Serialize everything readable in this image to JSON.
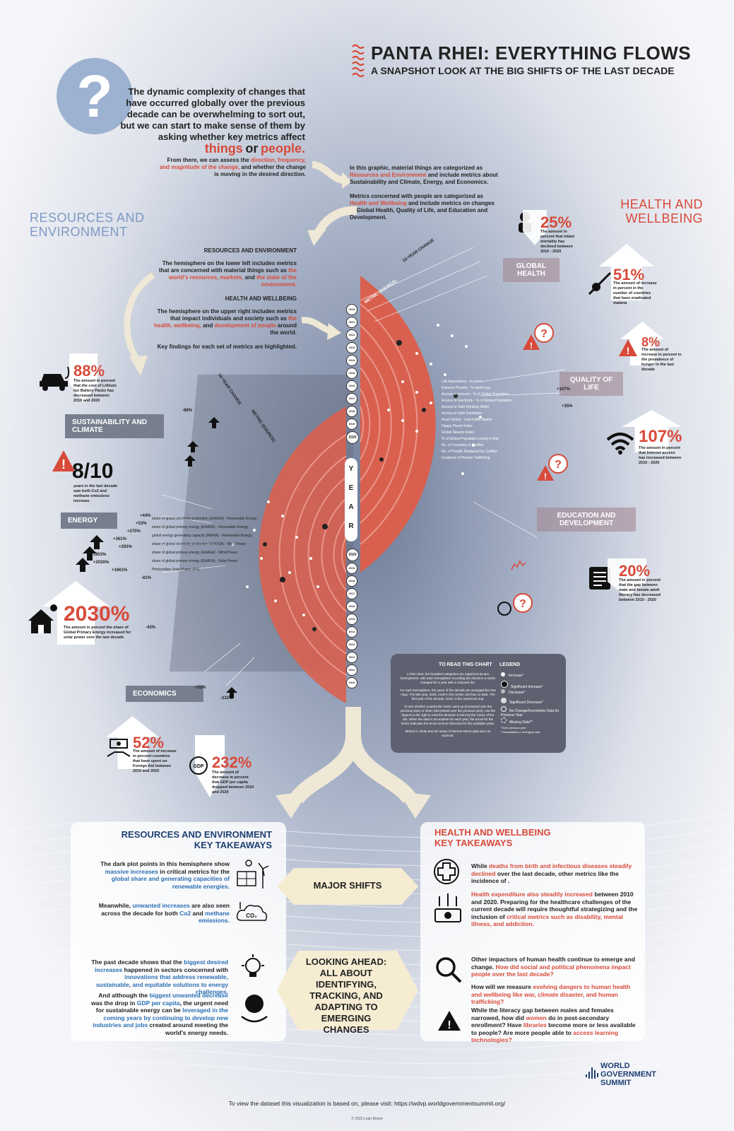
{
  "header": {
    "title": "PANTA RHEI: EVERYTHING FLOWS",
    "subtitle": "A SNAPSHOT LOOK AT THE BIG SHIFTS OF THE LAST DECADE"
  },
  "intro": {
    "question_mark": "?",
    "lead": "The dynamic complexity of changes that have occurred globally over the previous decade can be overwhelming to sort out, but we can start to make sense of them by asking whether key metrics affect",
    "things": "things",
    "or": "or",
    "people": "people.",
    "assess_a": "From there, we can assess the",
    "assess_b": "direction, frequency, and magnitude of the change,",
    "assess_c": "and whether the change is moving in the desired direction."
  },
  "categorize": {
    "p1a": "In this graphic, material things are categorized as",
    "p1b": "Resources and Environment",
    "p1c": "and include metrics about Sustainability and Climate, Energy, and Economics.",
    "p2a": "Metrics concerned with people are categorized as",
    "p2b": "Health and Wellbeing",
    "p2c": "and include metrics on changes to Global Health, Quality of Life, and Education and Development."
  },
  "sections": {
    "resources": "RESOURCES AND ENVIRONMENT",
    "health": "HEALTH AND WELLBEING"
  },
  "explain": {
    "h1": "RESOURCES AND ENVIRONMENT",
    "p1a": "The hemisphere on the lower left includes metrics that are concerned with material things such as",
    "p1b": "the world's resources, markets,",
    "p1c": "and",
    "p1d": "the state of the environment.",
    "h2": "HEALTH AND WELLBEING",
    "p2a": "The hemisphere on the upper right includes metrics that impact individuals and society such as",
    "p2b": "the health, wellbeing,",
    "p2c": "and",
    "p2d": "development of people",
    "p2e": "around the world.",
    "p3": "Key findings for each set of metrics are highlighted."
  },
  "categories": {
    "sustainability": "SUSTAINABILITY AND CLIMATE",
    "energy": "ENERGY",
    "economics": "ECONOMICS",
    "global_health": "GLOBAL HEALTH",
    "quality_of_life": "QUALITY OF LIFE",
    "education": "EDUCATION AND DEVELOPMENT"
  },
  "stats": {
    "s88": {
      "value": "88%",
      "desc": "The amount in percent that the cost of Lithium Ion Battery Packs has decreased between 2010 and 2020"
    },
    "s810": {
      "value": "8/10",
      "desc": "years in the last decade saw both Co2 and methane emissions increase."
    },
    "s2030": {
      "value": "2030%",
      "desc": "The amount in percent the share of Global Primary Energy increased for solar power over the last decade"
    },
    "s52": {
      "value": "52%",
      "desc": "The amount of increase in percent countries that have spent on Foreign Aid between 2010 and 2020"
    },
    "s232": {
      "value": "232%",
      "desc": "The amount of decrease in percent that GDP per capita dropped between 2010 and 2020"
    },
    "s25": {
      "value": "25%",
      "desc": "The amount in percent that infant mortality has declined between 2010 - 2020"
    },
    "s51": {
      "value": "51%",
      "desc": "The amount of increase in percent in the number of countries that have eradicated malaria"
    },
    "s8": {
      "value": "8%",
      "desc": "The amount of increase in percent in the prevalence of hunger in the last decade"
    },
    "s107": {
      "value": "107%",
      "desc": "The amount in percent that Internet access has increased between 2010 - 2020"
    },
    "s20": {
      "value": "20%",
      "desc": "The amount in percent that the gap between male and female adult literacy has decreased between 2010 - 2020"
    }
  },
  "chart_labels": {
    "ten_year_change": "10-YEAR CHANGE",
    "metric_source": "METRIC (SOURCE)",
    "year_word": [
      "Y",
      "E",
      "A",
      "R"
    ],
    "year_top": "2020",
    "year_bottom": "2020",
    "years_up": [
      "2010",
      "2011",
      "2012",
      "2013",
      "2014",
      "2015",
      "2016",
      "2017",
      "2018",
      "2019"
    ],
    "years_down": [
      "2019",
      "2018",
      "2017",
      "2016",
      "2015",
      "2014",
      "2013",
      "2012",
      "2011",
      "2010"
    ]
  },
  "chart_data": {
    "type": "table",
    "energy_changes": [
      "+44%",
      "+53%",
      "+270%",
      "+361%",
      "+293%",
      "+1903%",
      "+2030%",
      "+1661%",
      "-81%",
      "-43%"
    ],
    "economics_changes": [
      "+52%",
      "-232%"
    ],
    "quality_of_life_changes": [
      "+107%",
      "+35%"
    ],
    "sustainability_change": "-88%",
    "energy_metrics": [
      "share of global electricity production (EIA/IEA) - Renewable Energy",
      "share of global primary energy (EIA/IEA) - Renewable Energy",
      "global energy generating capacity (IRENA) - Renewable Energy",
      "share of global electricity production (EIA/IEA) - Wind Power",
      "share of global primary energy (EIA/IEA) - Wind Power",
      "share of global primary energy (EIA/IEA) - Solar Power",
      "Photovoltaic Solar Power (PV)"
    ],
    "quality_of_life_metrics": [
      "Life Expectancy - in years",
      "Extreme Poverty - % world pop.",
      "Access to Internet - % of Global Population",
      "Access to Electricity - % of Global Population",
      "Access to Safe Drinking Water",
      "Access to Safe Sanitation",
      "Road Safety - road traffic deaths",
      "Happy Planet Index",
      "Global Slavery Index",
      "% of Global Population Living in War",
      "No. of Countries in Conflict",
      "No. of People Displaced by Conflict",
      "Incidence of Human Trafficking"
    ]
  },
  "legend": {
    "title_read": "TO READ THIS CHART",
    "title_legend": "LEGEND",
    "p1": "In this chart, the broadest categories are organized as two hemispheres, with each hemisphere recording the direction a metric changed for a year with a coloured dot.",
    "p2": "For each hemisphere, the years of the decade are arranged like tree rings. The last year, 2020, ends in the center, and has no data. The first year of the decade, 2010, is the outermost ring.",
    "p3": "To see whether a particular metric went up (increased over the previous year) or down (decreased over the previous year), use the legend to the right to read the direction it went by the colour of the dot. When the data is incomplete for each year, the arrow for the metric indicates the most common direction for the available years.",
    "p4": "Metrics in white text are areas of interest where data was not sourced.",
    "items": [
      "Increase*",
      "Significant Increase*",
      "Decrease*",
      "Significant Decrease*",
      "No Change/Incomplete Data for Previous Year",
      "Missing Data**"
    ],
    "footnote1": "*Over previous year",
    "footnote2": "**Unavailable or emerging data"
  },
  "takeaways": {
    "left_title1": "RESOURCES AND ENVIRONMENT",
    "left_title2": "KEY TAKEAWAYS",
    "left_p1a": "The dark plot points in this hemisphere show",
    "left_p1b": "massive increases",
    "left_p1c": "in critical metrics for the",
    "left_p1d": "global share and generating capacities of renewable energies.",
    "left_p2a": "Meanwhile,",
    "left_p2b": "unwanted increases",
    "left_p2c": "are also seen across the decade for both",
    "left_p2d": "Co2",
    "left_p2e": "and",
    "left_p2f": "methane emissions.",
    "left_p3a": "The past decade shows that the",
    "left_p3b": "biggest desired increases",
    "left_p3c": "happened in sectors concerned with",
    "left_p3d": "innovations that address renewable, sustainable, and equitable solutions to energy challenges.",
    "left_p4a": "And although the",
    "left_p4b": "biggest unwanted decrease",
    "left_p4c": "was the drop in",
    "left_p4d": "GDP per capita",
    "left_p4e": ", the urgent need for sustainable energy can be",
    "left_p4f": "leveraged in the coming years by continuing to develop new industries and jobs",
    "left_p4g": "created around meeting the world's energy needs.",
    "right_title1": "HEALTH AND WELLBEING",
    "right_title2": "KEY TAKEAWAYS",
    "right_p1a": "While",
    "right_p1b": "deaths from birth and infectious diseases steadily declined",
    "right_p1c": "over the last decade, other metrics like the incidence of",
    "right_p1d": ".",
    "right_p2a": "Health expenditure also steadily increased",
    "right_p2b": "between 2010 and 2020. Preparing for the healthcare challenges of the current decade will require thoughtful strategizing and the inclusion of",
    "right_p2c": "critical metrics such as disability, mental illness, and addiction.",
    "right_p3a": "Other impactors of human health continue to emerge and change.",
    "right_p3b": "How did social and political phenomena impact people over the last decade?",
    "right_p4a": "How will we measure",
    "right_p4b": "evolving dangers to human health and wellbeing like war, climate disaster, and human trafficking?",
    "right_p5a": "While the literacy gap between males and females narrowed, how did",
    "right_p5b": "women",
    "right_p5c": "do in post-secondary enrollment? Have",
    "right_p5d": "libraries",
    "right_p5e": "become more or less available to people? Are more people able to",
    "right_p5f": "access learning technologies?",
    "major_shifts": "MAJOR SHIFTS",
    "looking_ahead": "LOOKING AHEAD: ALL ABOUT IDENTIFYING, TRACKING, AND ADAPTING TO EMERGING CHANGES"
  },
  "footer": {
    "text": "To view the dataset this visualization is based on, please visit: https://wdvp.worldgovernmentsummit.org/",
    "copyright": "© 2022 Leah Brown",
    "brand": [
      "WORLD",
      "GOVERNMENT",
      "SUMMIT"
    ]
  },
  "colors": {
    "accent_red": "#d84a3a",
    "accent_blue": "#2b6fb3",
    "slate": "#5e6270"
  }
}
